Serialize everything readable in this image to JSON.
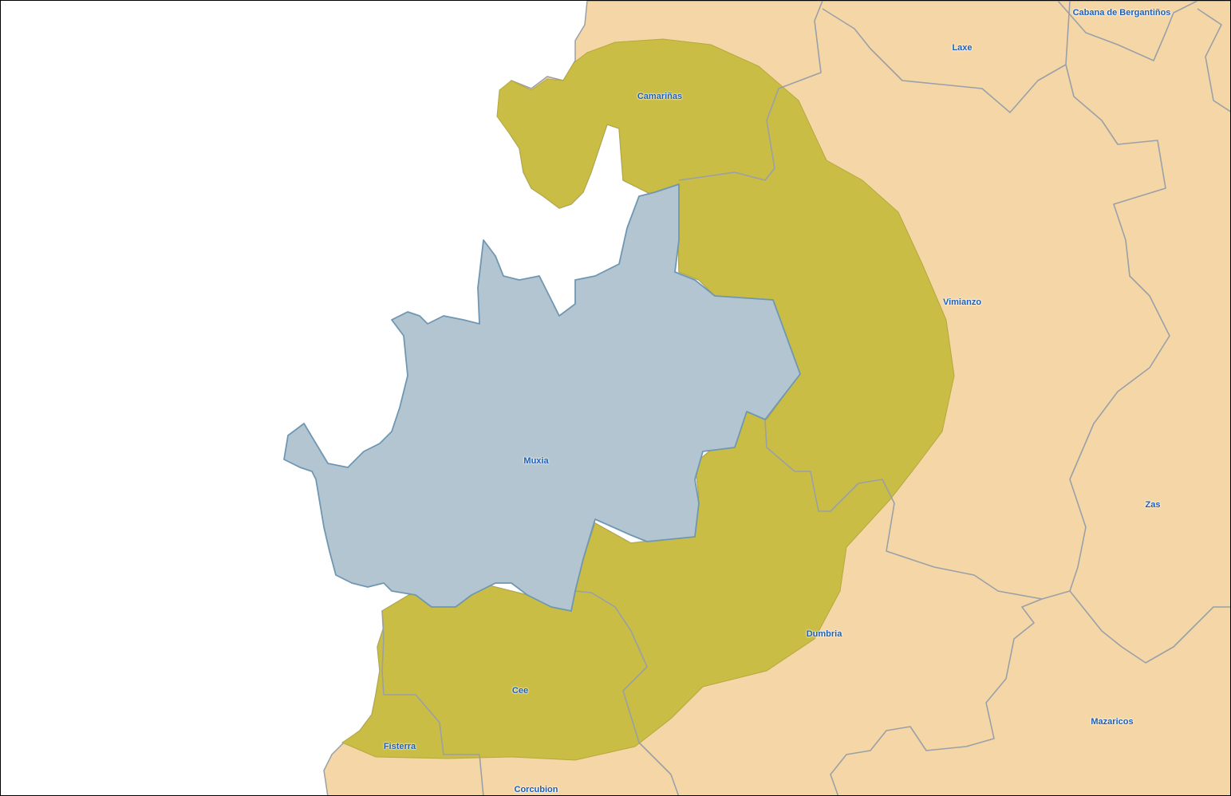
{
  "colors": {
    "sea": "#ffffff",
    "land": "#f5d7a7",
    "border": "#9aa0a8",
    "highlight_municipality": "#b3c5d1",
    "highlight_border": "#6f97b3",
    "coverage_area": "#c9bd46",
    "label_text": "#1f5fb4"
  },
  "map": {
    "selected_municipality": "Muxia",
    "municipalities": [
      {
        "id": "cabana",
        "name": "Cabana de Bergantiños"
      },
      {
        "id": "laxe",
        "name": "Laxe"
      },
      {
        "id": "camarinas",
        "name": "Camariñas"
      },
      {
        "id": "vimianzo",
        "name": "Vimianzo"
      },
      {
        "id": "muxia",
        "name": "Muxia"
      },
      {
        "id": "zas",
        "name": "Zas"
      },
      {
        "id": "dumbria",
        "name": "Dumbria"
      },
      {
        "id": "cee",
        "name": "Cee"
      },
      {
        "id": "mazaricos",
        "name": "Mazaricos"
      },
      {
        "id": "fisterra",
        "name": "Fisterra"
      },
      {
        "id": "corcubion",
        "name": "Corcubion"
      }
    ]
  }
}
